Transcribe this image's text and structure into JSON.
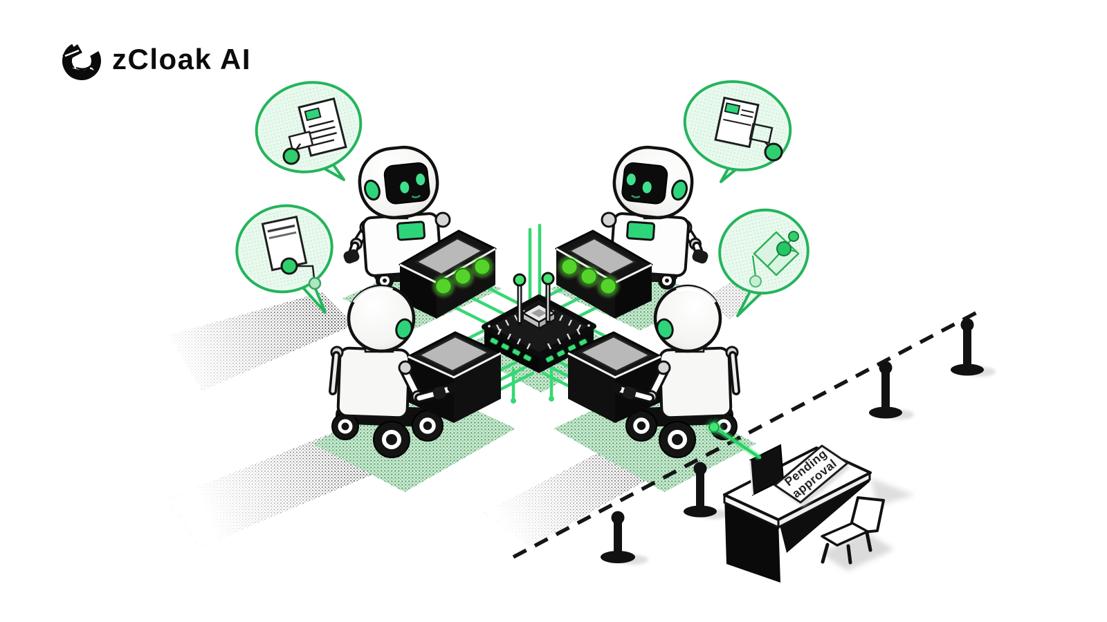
{
  "brand": {
    "name": "zCloak AI",
    "logo_icon": "zcloak-logo-icon"
  },
  "desk_sign": {
    "line1": "Pending",
    "line2": "approval"
  },
  "palette": {
    "background": "#ffffff",
    "ink": "#111111",
    "accent_green": "#2ed47a",
    "bubble_stroke": "#25b45c",
    "bubble_fill": "#e9f9ee",
    "trace_green": "#36d873",
    "console_light_green": "#56d32a",
    "screen_gray": "#b9b9b9"
  },
  "scene": {
    "speech_bubbles": [
      {
        "position": "top-left",
        "icon": "document-note-icon"
      },
      {
        "position": "mid-left",
        "icon": "file-link-icon"
      },
      {
        "position": "top-right",
        "icon": "browser-card-icon"
      },
      {
        "position": "mid-right",
        "icon": "network-graph-icon"
      }
    ],
    "robots": [
      "robot-top-left",
      "robot-top-right",
      "robot-bottom-left",
      "robot-bottom-right"
    ],
    "chip": "central-processor-chip",
    "barrier": {
      "style": "dashed-border-line",
      "stanchion_count": 4
    },
    "desk": "approval-desk",
    "chair": "desk-chair",
    "link": "pending-approval-laser"
  }
}
